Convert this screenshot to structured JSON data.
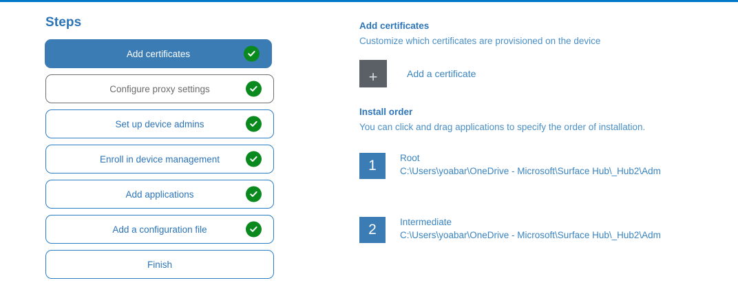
{
  "accent_color": "#0078c8",
  "colors": {
    "link_blue": "#3a84c0",
    "heading_blue": "#2b74b8",
    "active_step_blue": "#3b7cb5",
    "check_green": "#0a8a1e",
    "muted_gray": "#6b6b6b",
    "tile_gray": "#5a6066"
  },
  "steps": {
    "title": "Steps",
    "items": [
      {
        "label": "Add certificates",
        "state": "active",
        "completed": true
      },
      {
        "label": "Configure proxy settings",
        "state": "muted",
        "completed": true
      },
      {
        "label": "Set up device admins",
        "state": "normal",
        "completed": true
      },
      {
        "label": "Enroll in device management",
        "state": "normal",
        "completed": true
      },
      {
        "label": "Add applications",
        "state": "normal",
        "completed": true
      },
      {
        "label": "Add a configuration file",
        "state": "normal",
        "completed": true
      },
      {
        "label": "Finish",
        "state": "normal",
        "completed": false
      }
    ],
    "check_icon": "check-circle-icon"
  },
  "detail": {
    "certificates": {
      "heading": "Add certificates",
      "description": "Customize which certificates are provisioned on the device",
      "add_tile_icon": "plus-icon",
      "add_tile_glyph": "+",
      "add_link": "Add a certificate"
    },
    "install_order": {
      "heading": "Install order",
      "description": "You can click and drag applications to specify the order of installation.",
      "items": [
        {
          "number": "1",
          "name": "Root",
          "path": "C:\\Users\\yoabar\\OneDrive - Microsoft\\Surface Hub\\_Hub2\\Adm"
        },
        {
          "number": "2",
          "name": "Intermediate",
          "path": "C:\\Users\\yoabar\\OneDrive - Microsoft\\Surface Hub\\_Hub2\\Adm"
        }
      ]
    }
  }
}
